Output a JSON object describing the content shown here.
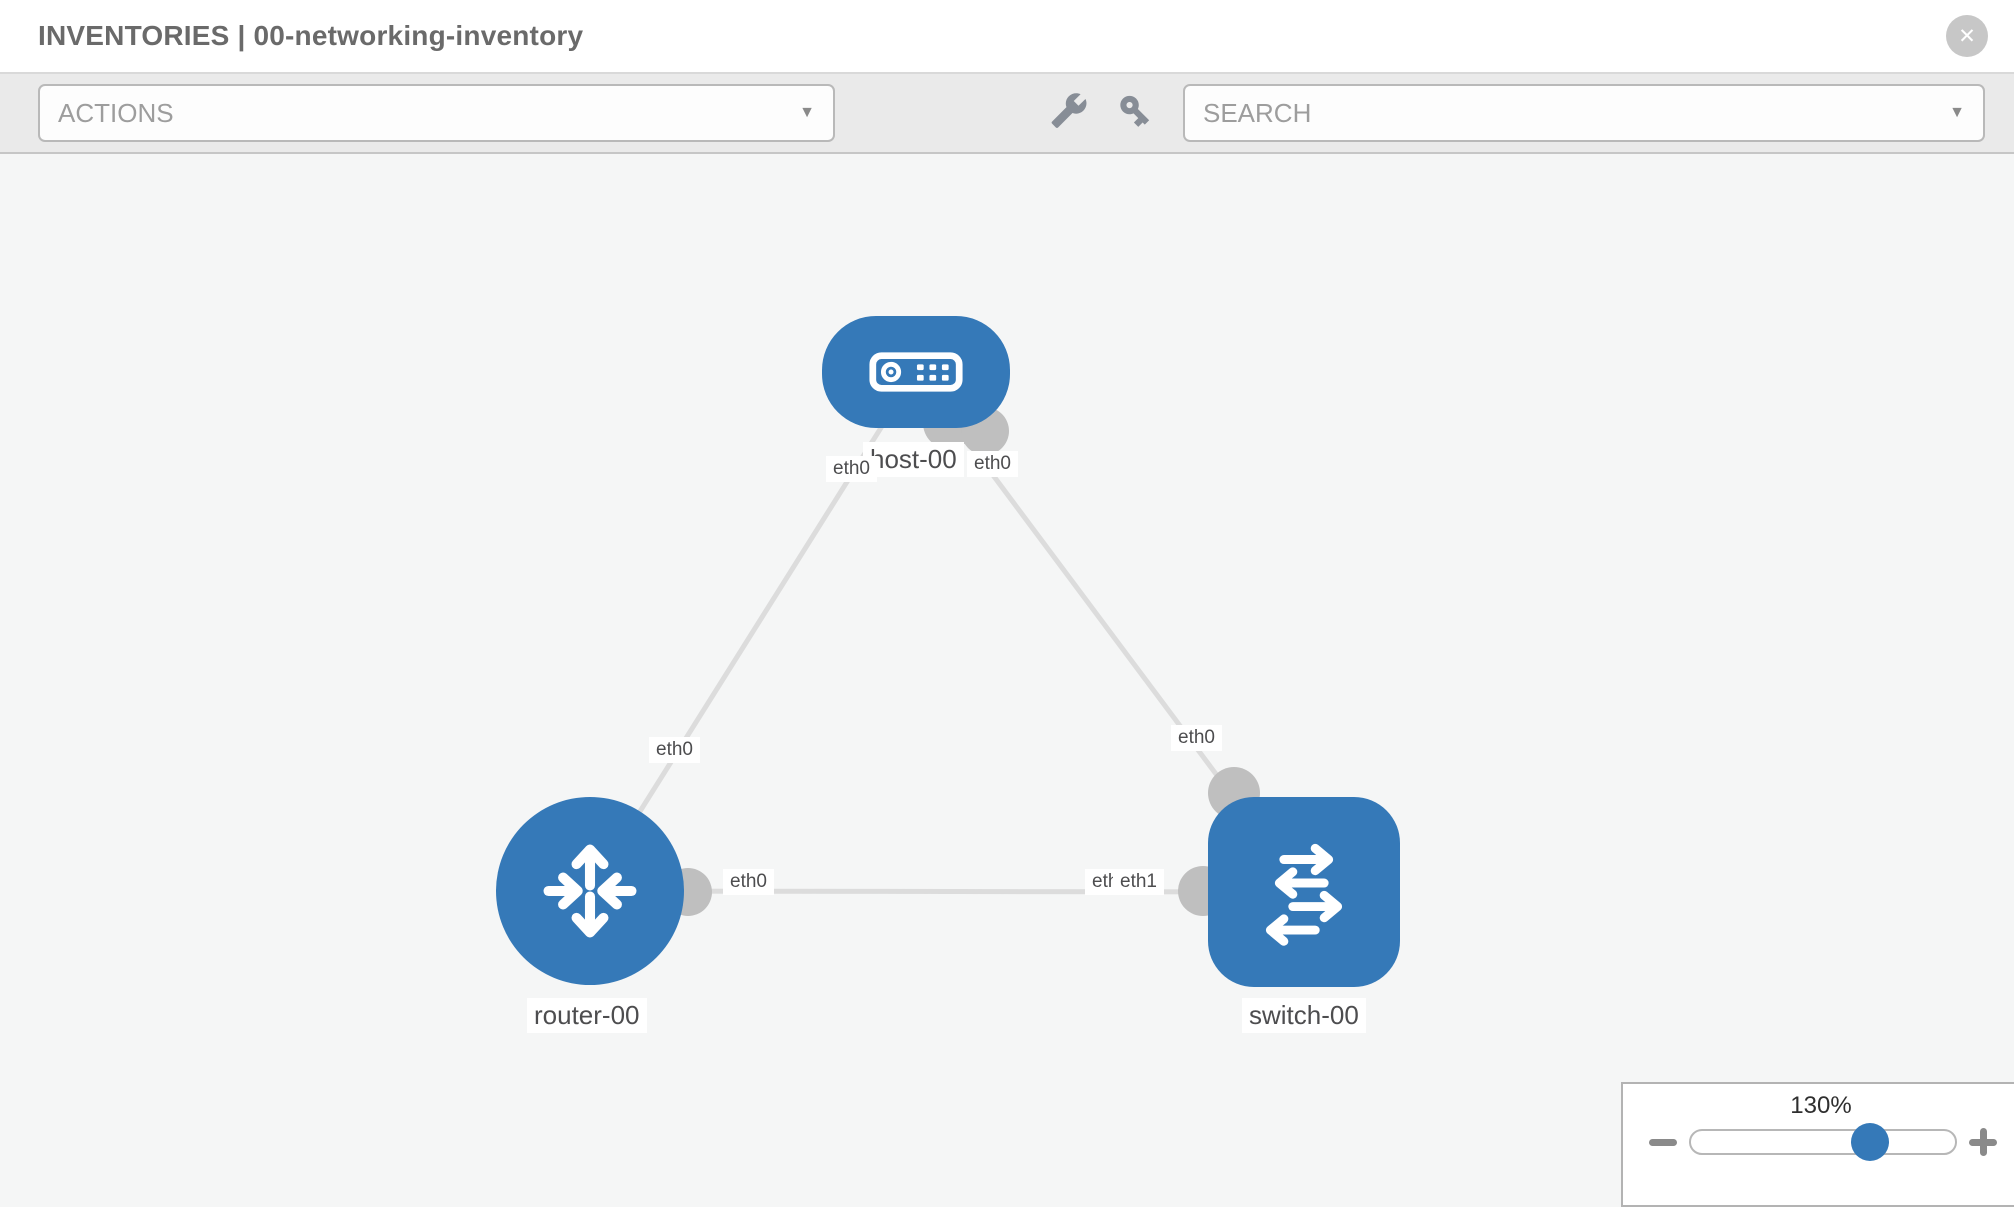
{
  "header": {
    "title": "INVENTORIES | 00-networking-inventory"
  },
  "icons": {
    "close_glyph": "✕",
    "dropdown_caret_glyph": "▼"
  },
  "toolbar": {
    "actions_label": "ACTIONS",
    "search_label": "SEARCH"
  },
  "graph": {
    "nodes": {
      "host": {
        "label": "host-00",
        "type": "host"
      },
      "router": {
        "label": "router-00",
        "type": "router"
      },
      "switch": {
        "label": "switch-00",
        "type": "switch"
      }
    },
    "links": [
      {
        "from": "host-00",
        "to": "router-00",
        "from_interface": "eth0",
        "to_interface": "eth0"
      },
      {
        "from": "host-00",
        "to": "switch-00",
        "from_interface": "eth0",
        "to_interface": "eth0"
      },
      {
        "from": "router-00",
        "to": "switch-00",
        "from_interface": "eth0",
        "to_interface": "eth1"
      }
    ],
    "interface_labels": {
      "host_router_at_host": "eth0",
      "host_router_at_router": "eth0",
      "host_switch_at_host": "eth0",
      "host_switch_at_switch": "eth0",
      "router_switch_at_router": "eth0",
      "router_switch_at_switch_under": "eth0",
      "router_switch_at_switch": "eth1"
    }
  },
  "zoom_control": {
    "level": "130%"
  },
  "colors": {
    "node_blue": "#3579b8",
    "link_gray": "#dcdcdc",
    "connector_gray": "#bfbfbf",
    "canvas_bg": "#f5f6f6",
    "toolbar_bg": "#eaeaea"
  }
}
